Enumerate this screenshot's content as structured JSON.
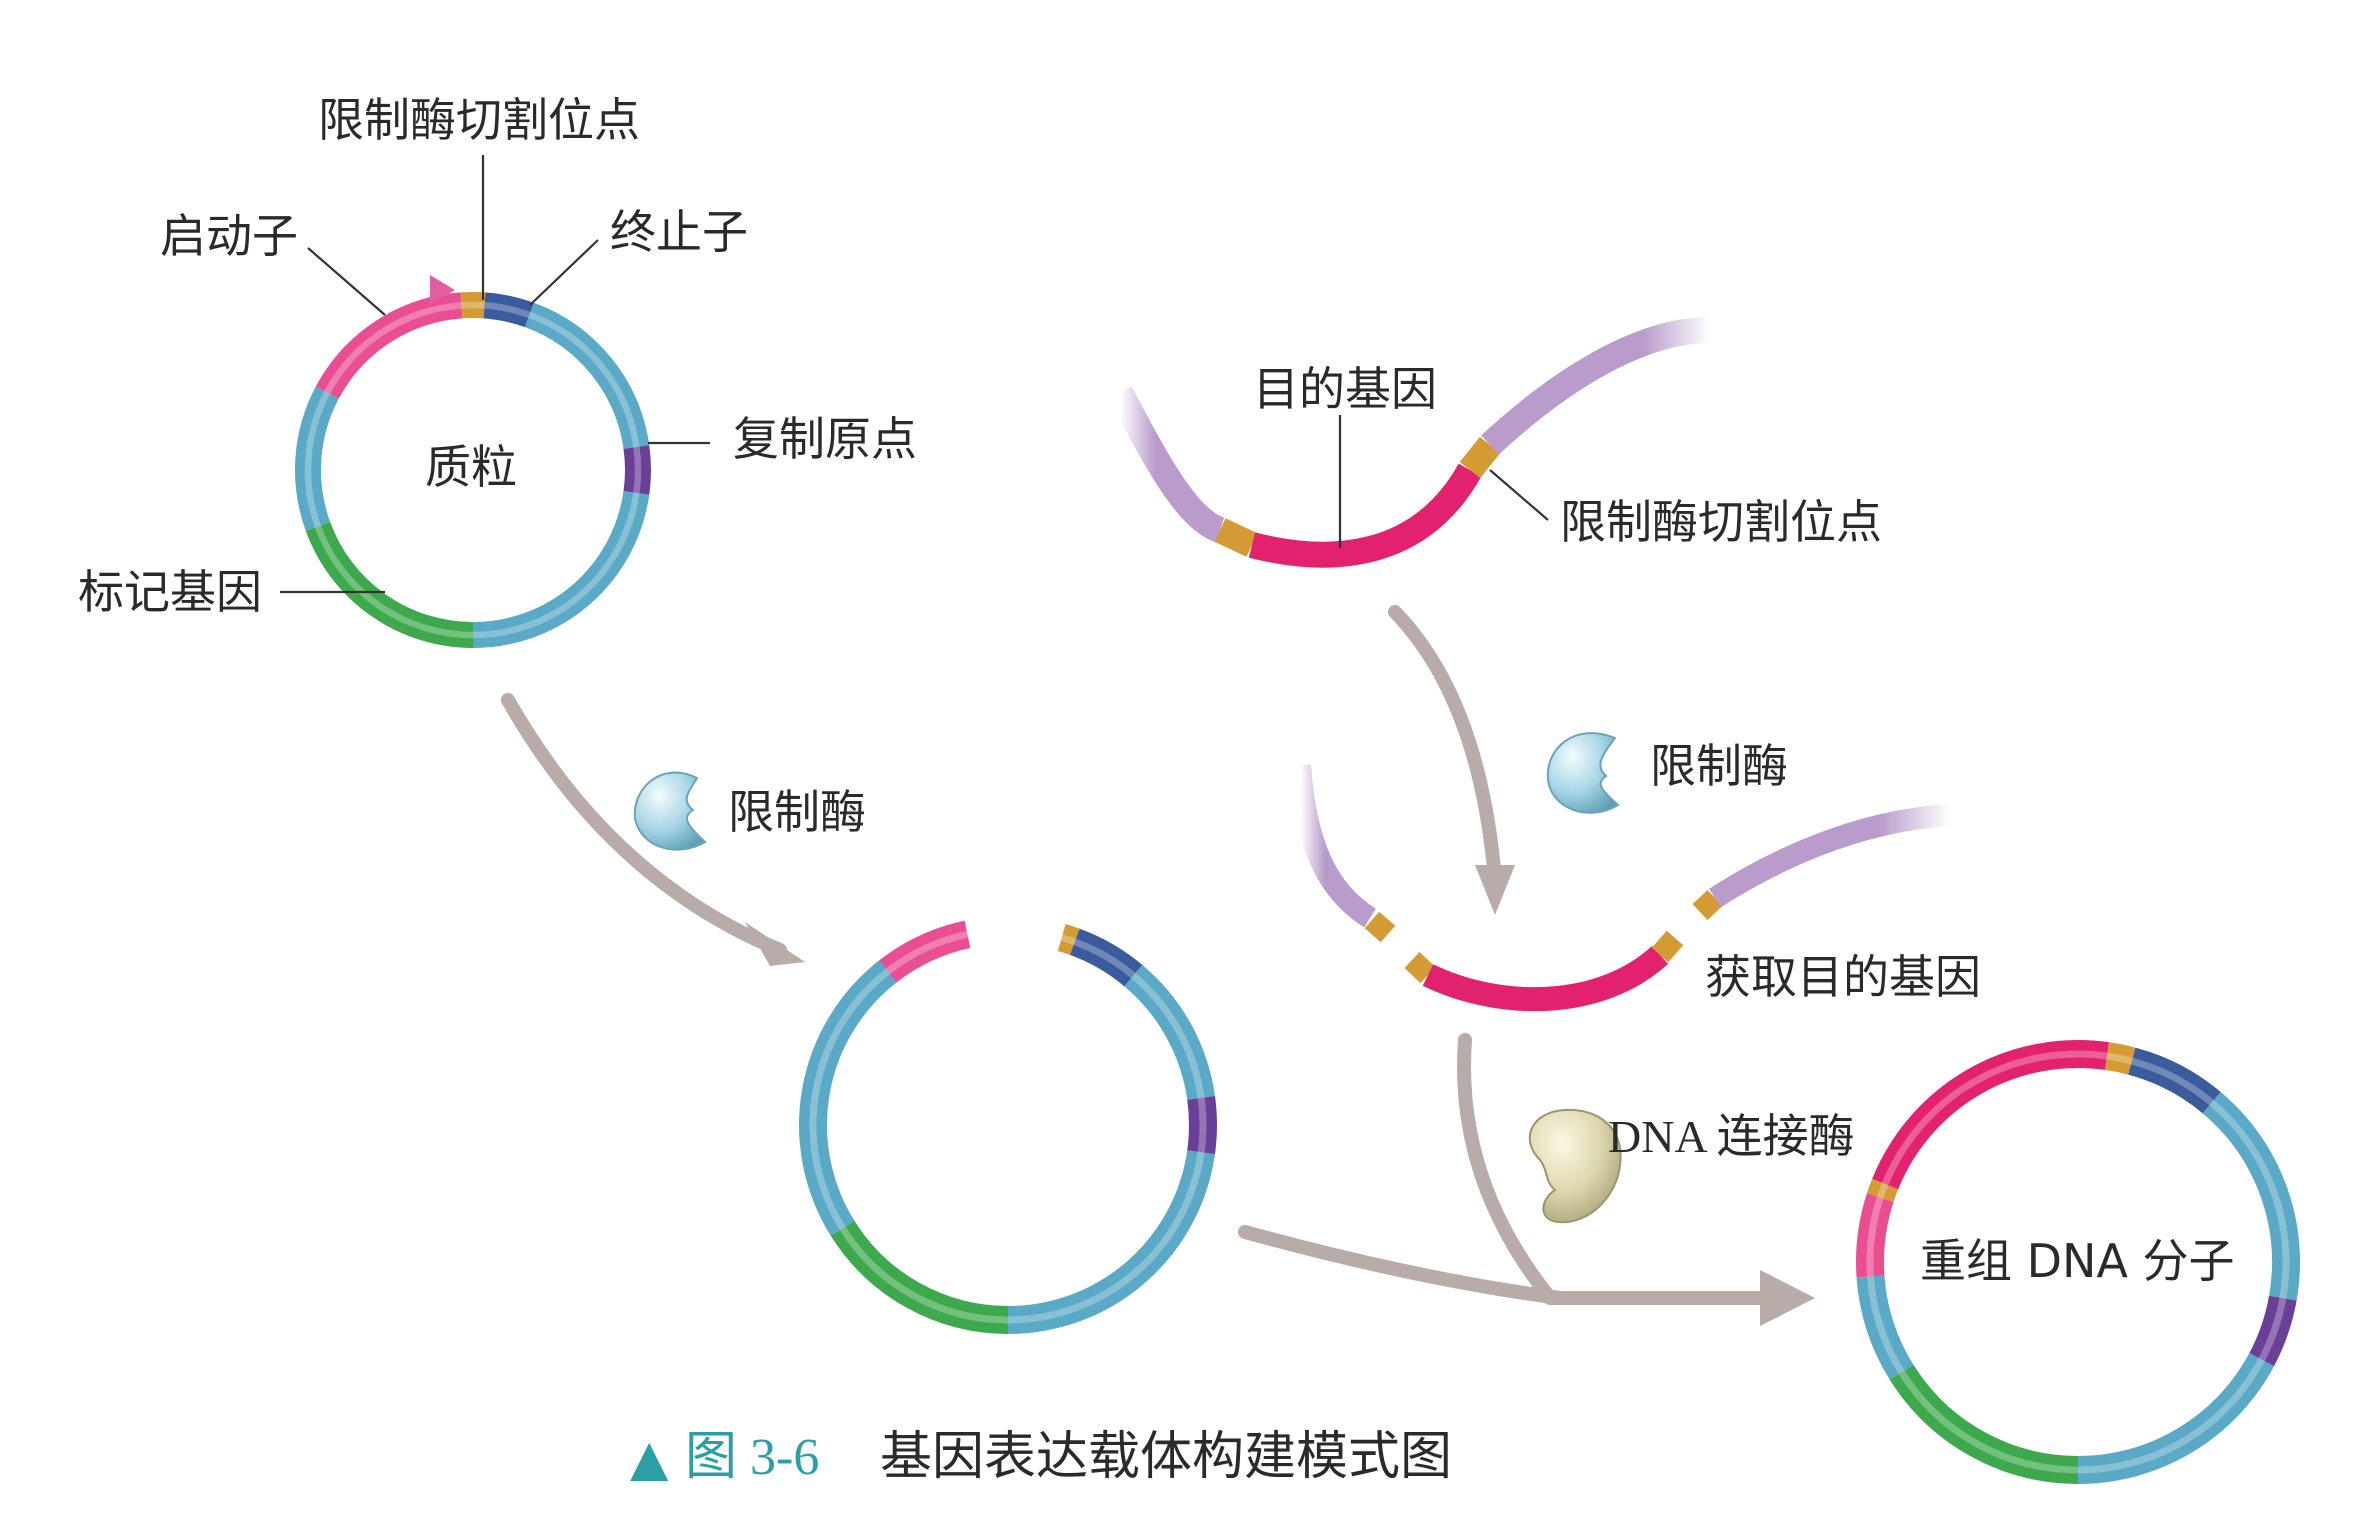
{
  "labels": {
    "cut_site": "限制酶切割位点",
    "promoter": "启动子",
    "terminator": "终止子",
    "plasmid": "质粒",
    "origin": "复制原点",
    "marker": "标记基因",
    "target_gene": "目的基因",
    "cut_site_gene": "限制酶切割位点",
    "enzyme_left": "限制酶",
    "enzyme_right": "限制酶",
    "obtain_gene": "获取目的基因",
    "ligase": "DNA 连接酶",
    "recombinant": "重组 DNA 分子"
  },
  "caption": {
    "marker": "▲",
    "figure_no": "图 3-6",
    "title": "基因表达载体构建模式图"
  },
  "colors": {
    "teal": "#5aa9c6",
    "pink": "#ea4e92",
    "magenta": "#e2226e",
    "green": "#3ea94c",
    "orange": "#d49a34",
    "navy": "#3a5b9c",
    "purple": "#6a3f97",
    "lavender": "#b99ccc",
    "arrow": "#b9aca8",
    "enzyme": "#9fcfe0",
    "ligase": "#d9d2a6",
    "caption": "#2b9ea6"
  }
}
